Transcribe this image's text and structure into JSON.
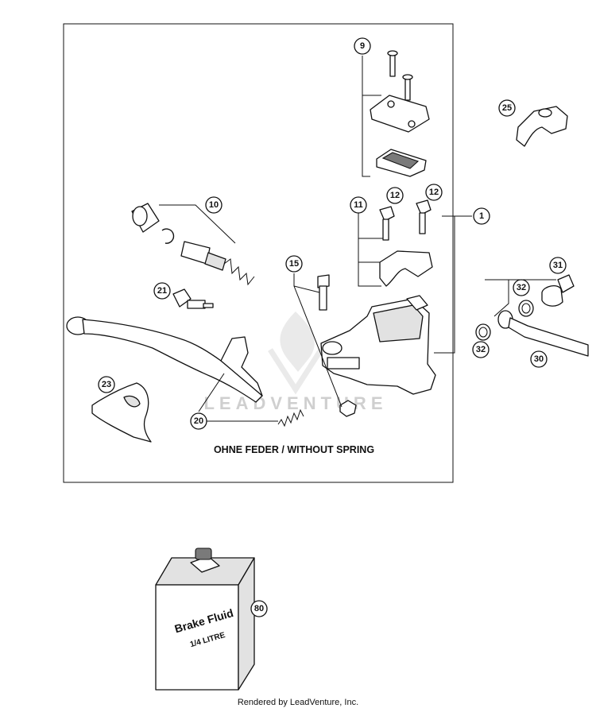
{
  "diagram": {
    "note": "OHNE FEDER / WITHOUT SPRING",
    "watermark": "LEADVENTURE",
    "bottle_label_line1": "Brake Fluid",
    "bottle_label_line2": "1/4 LITRE",
    "credit": "Rendered by LeadVenture, Inc.",
    "callouts": {
      "c1": "1",
      "c9": "9",
      "c10": "10",
      "c11": "11",
      "c12a": "12",
      "c12b": "12",
      "c15": "15",
      "c20": "20",
      "c21": "21",
      "c23": "23",
      "c25": "25",
      "c30": "30",
      "c31": "31",
      "c32a": "32",
      "c32b": "32",
      "c80": "80"
    }
  }
}
